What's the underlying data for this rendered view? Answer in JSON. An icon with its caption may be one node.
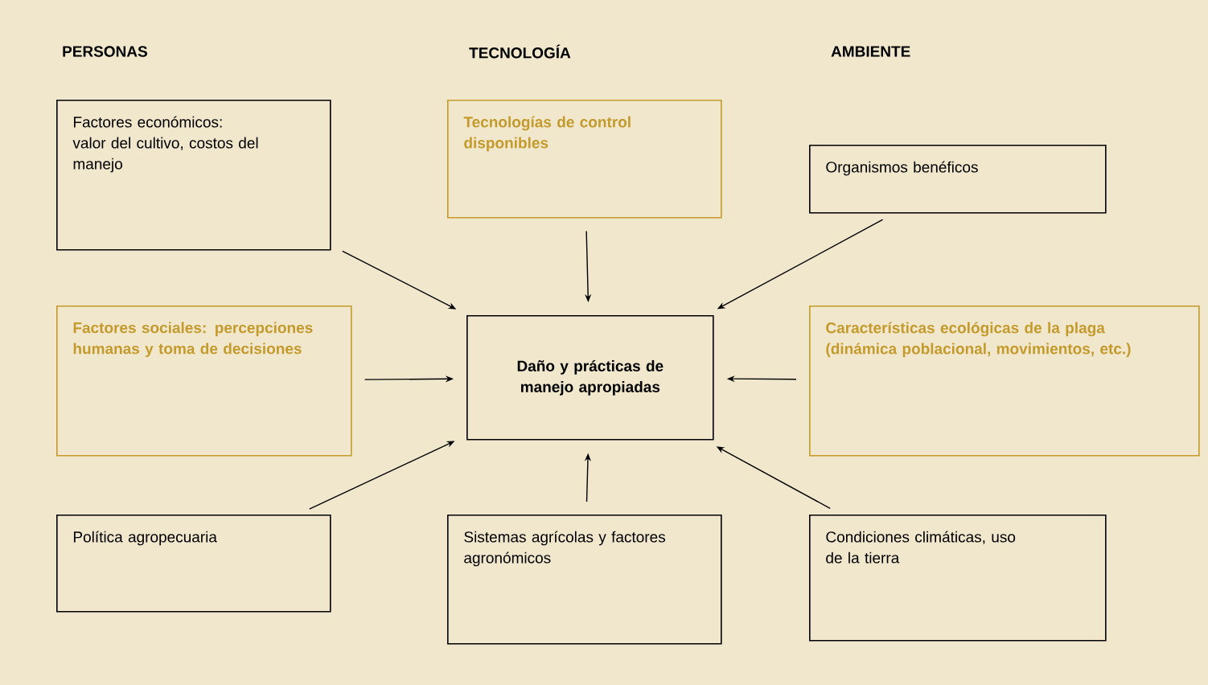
{
  "diagram": {
    "nodes": [
      {
        "text": [
          "Factores económicos: valor del cultivo, costos del manejo"
        ]
      },
      {
        "text": [
          "Tecnologías de control disponibles"
        ]
      },
      {
        "text": [
          "Organismos benéficos"
        ]
      },
      {
        "text": [
          "Factores sociales: percepciones humanas y toma de decisiones"
        ]
      },
      {
        "text": [
          "Daño y prácticas de manejo apropiadas"
        ]
      },
      {
        "text": [
          "Características ecológicas de la plaga (dinámica poblacional, movimientos, etc.)"
        ]
      },
      {
        "text": [
          "Política agropecuaria"
        ]
      },
      {
        "text": [
          "Sistemas agrícolas y factores agronómicos"
        ]
      },
      {
        "text": [
          "Condiciones climáticas, uso de la tierra"
        ]
      }
    ],
    "edges": [
      {
        "from": 0,
        "to": 4,
        "arrow": "to"
      },
      {
        "from": 1,
        "to": 4,
        "arrow": "to"
      },
      {
        "from": 2,
        "to": 4,
        "arrow": "to"
      },
      {
        "from": 3,
        "to": 4,
        "arrow": "to"
      },
      {
        "from": 5,
        "to": 4,
        "arrow": "to"
      },
      {
        "from": 6,
        "to": 4,
        "arrow": "to"
      },
      {
        "from": 7,
        "to": 4,
        "arrow": "to"
      },
      {
        "from": 8,
        "to": 4,
        "arrow": "to"
      }
    ],
    "labels": [
      "PERSONAS",
      "TECNOLOGÍA",
      "AMBIENTE"
    ]
  }
}
